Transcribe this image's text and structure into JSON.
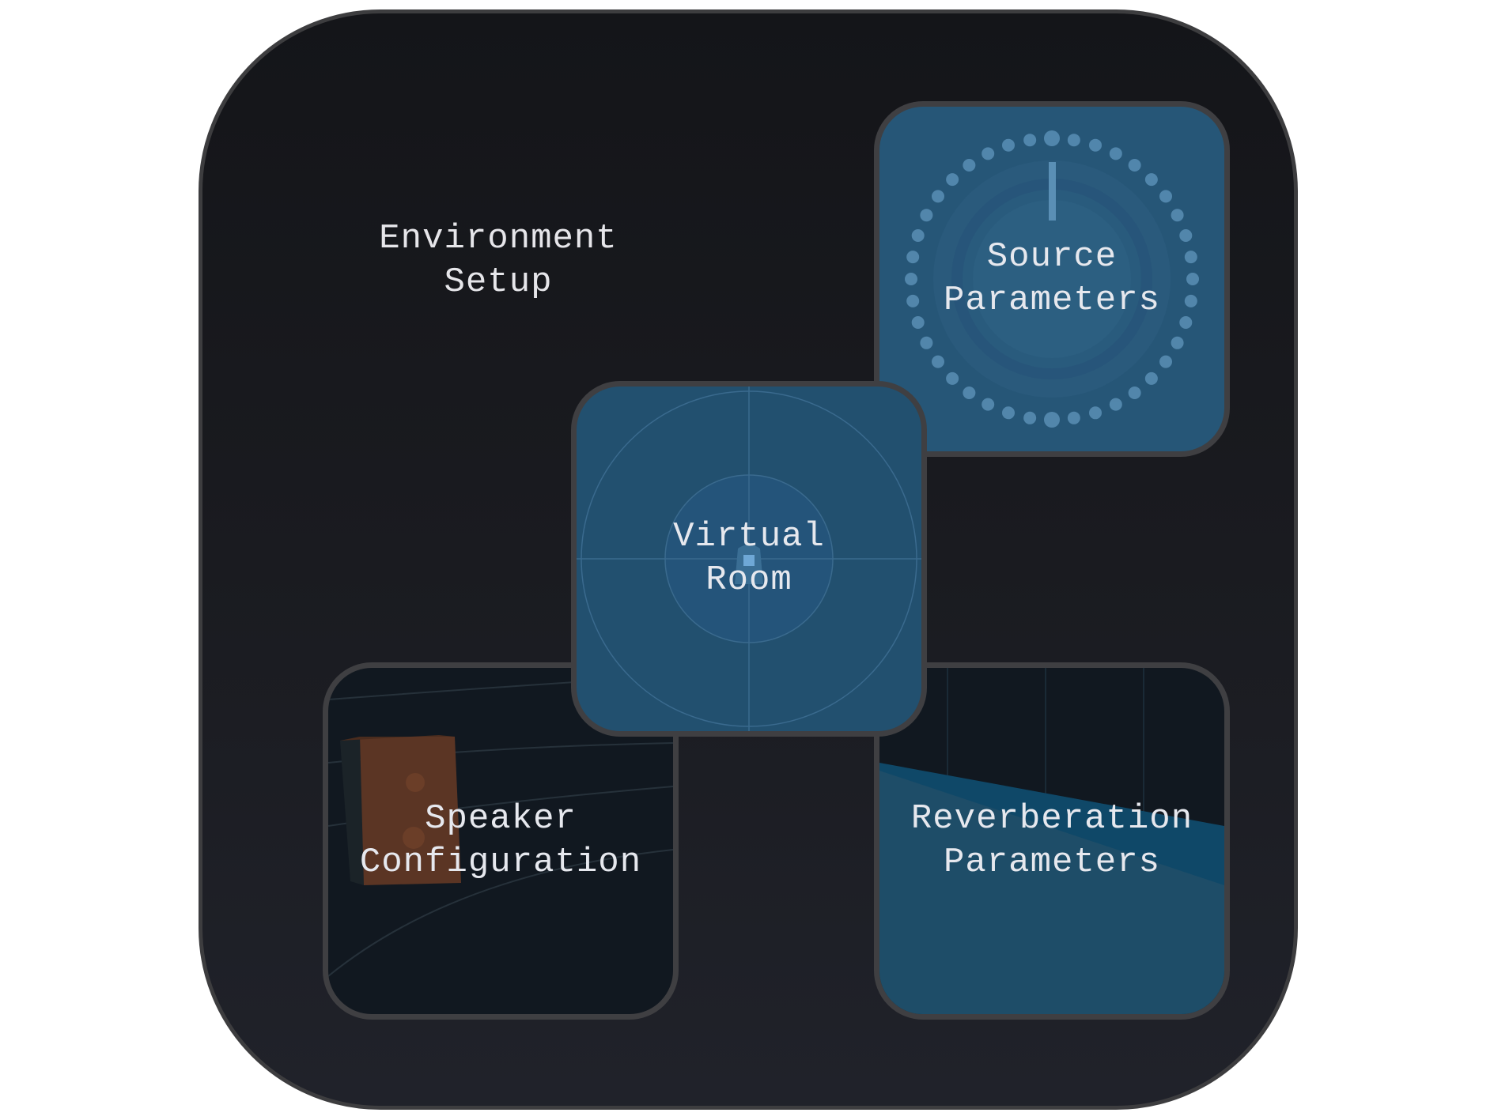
{
  "panel": {
    "title_line1": "Environment",
    "title_line2": "Setup"
  },
  "tiles": {
    "source": {
      "line1": "Source",
      "line2": "Parameters",
      "icon": "knob-dial-icon",
      "accent": "#265677"
    },
    "room": {
      "line1": "Virtual",
      "line2": "Room",
      "icon": "radar-room-icon",
      "accent": "#22506f"
    },
    "speaker": {
      "line1": "Speaker",
      "line2": "Configuration",
      "icon": "speaker-icon",
      "accent": "#6b3a22"
    },
    "reverb": {
      "line1": "Reverberation",
      "line2": "Parameters",
      "icon": "decay-graph-icon",
      "accent": "#1e4d68"
    }
  }
}
